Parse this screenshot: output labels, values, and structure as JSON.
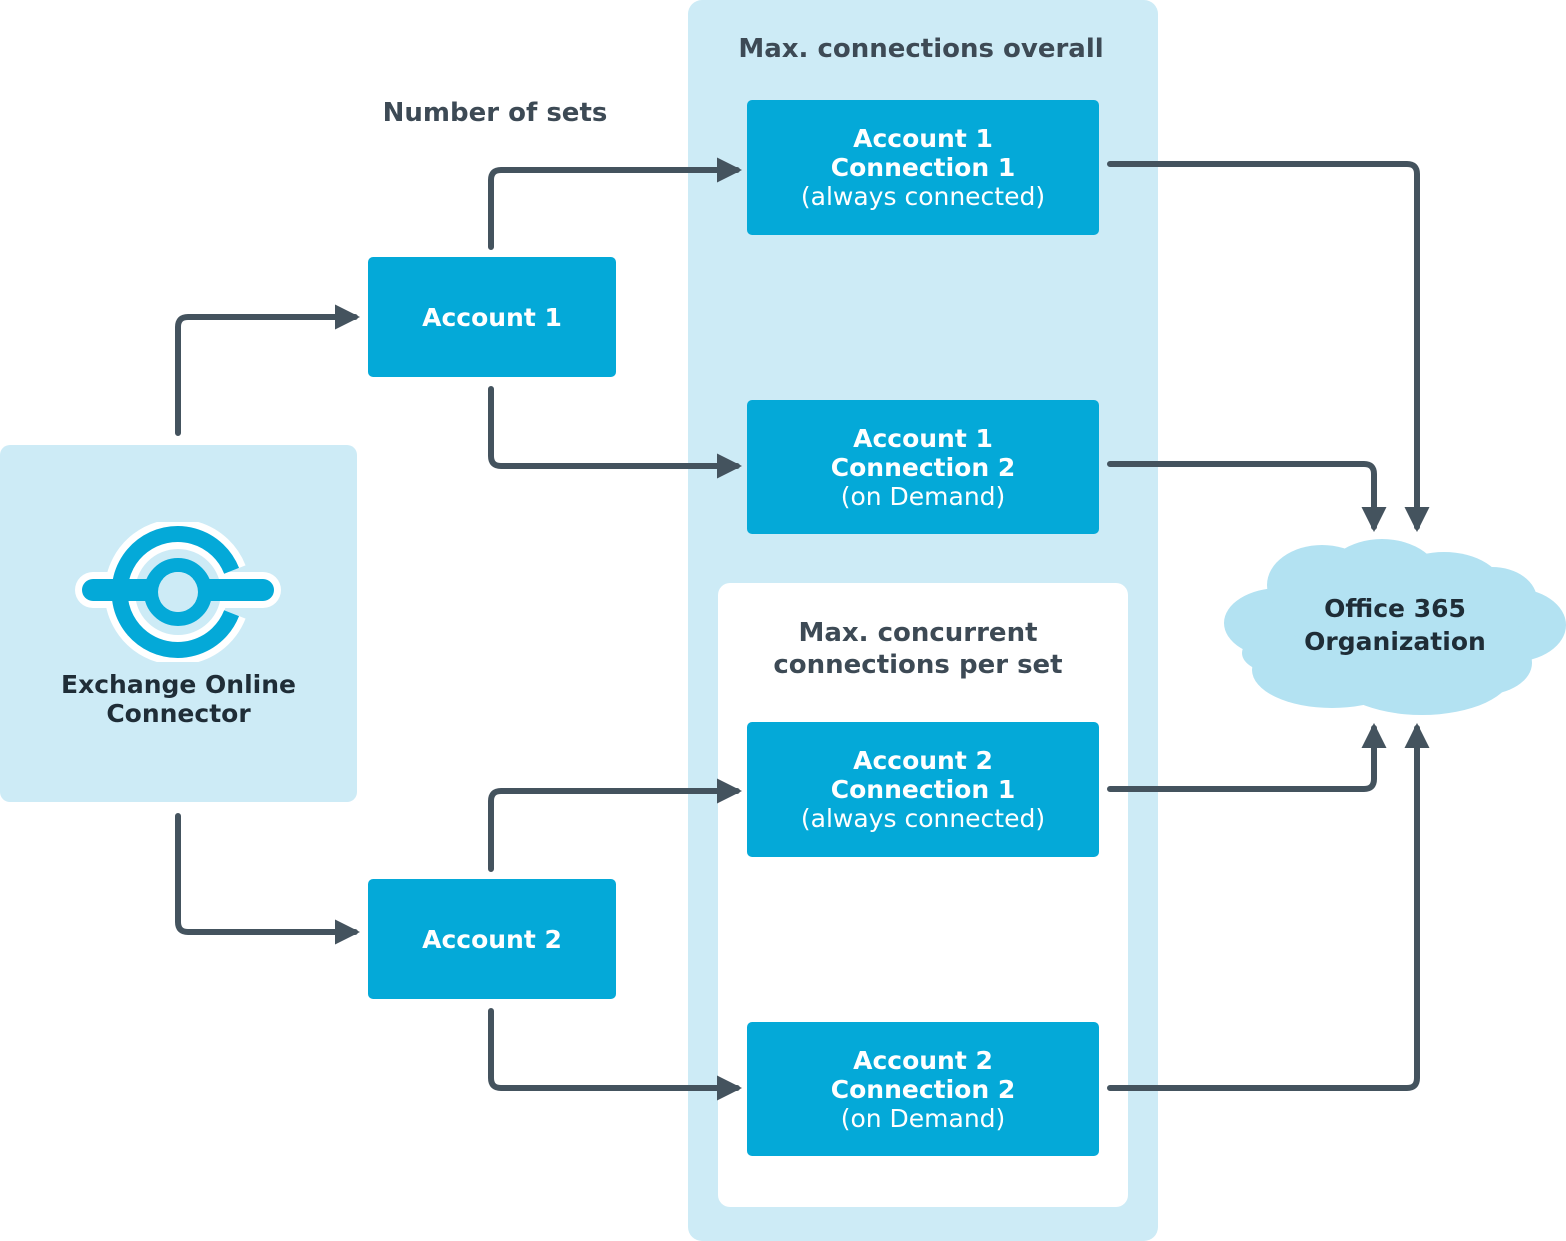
{
  "labels": {
    "max_overall": "Max. connections overall",
    "number_of_sets": "Number of sets",
    "max_concurrent_line1": "Max. concurrent",
    "max_concurrent_line2": "connections per set"
  },
  "connector": {
    "line1": "Exchange Online",
    "line2": "Connector",
    "icon": "connector-icon"
  },
  "accounts": [
    {
      "label": "Account 1"
    },
    {
      "label": "Account 2"
    }
  ],
  "connections": [
    {
      "line1": "Account 1",
      "line2": "Connection 1",
      "line3": "(always connected)"
    },
    {
      "line1": "Account 1",
      "line2": "Connection 2",
      "line3": "(on Demand)"
    },
    {
      "line1": "Account 2",
      "line2": "Connection 1",
      "line3": "(always connected)"
    },
    {
      "line1": "Account 2",
      "line2": "Connection 2",
      "line3": "(on Demand)"
    }
  ],
  "cloud": {
    "line1": "Office 365",
    "line2": "Organization",
    "icon": "cloud-icon"
  },
  "colors": {
    "box": "#04a9d8",
    "panel": "#cdebf6",
    "arrow": "#44535e",
    "cloud": "#b3e2f2",
    "text": "#3d4a55"
  }
}
